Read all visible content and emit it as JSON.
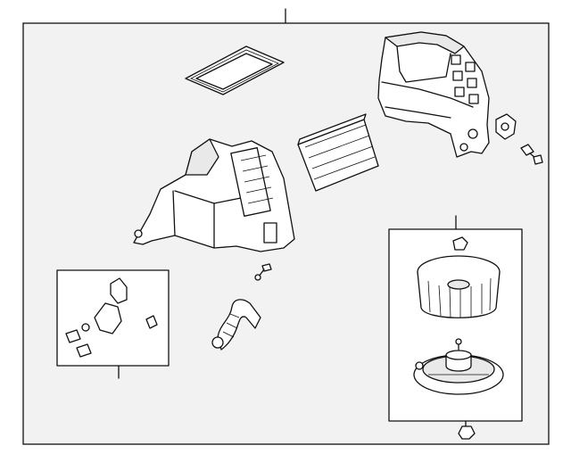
{
  "diagram": {
    "colors": {
      "line": "#111111",
      "background": "#ffffff",
      "panel_fill": "#f2f2f2"
    },
    "parts": [
      "main-frame",
      "upper-gasket-seal",
      "blower-duct-housing",
      "air-filter-element",
      "mode-link-bracket",
      "housing-mounting-screw",
      "heater-core-case",
      "case-screw",
      "drain-hose",
      "actuator-hardware-kit",
      "blower-motor-assembly",
      "blower-wheel",
      "blower-motor",
      "motor-clip",
      "motor-retaining-nut"
    ]
  }
}
